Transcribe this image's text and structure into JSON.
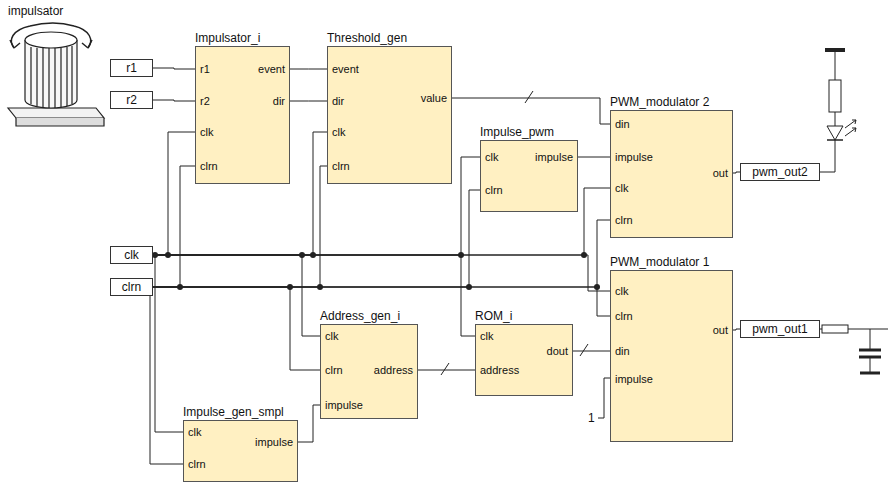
{
  "diagram": {
    "nodes": [
      {
        "text": [
          "r1"
        ]
      },
      {
        "text": [
          "r2"
        ]
      },
      {
        "text": [
          "clk"
        ]
      },
      {
        "text": [
          "clrn"
        ]
      },
      {
        "text": [
          "Impulsator_i",
          "r1",
          "r2",
          "clk",
          "clrn",
          "event",
          "dir"
        ]
      },
      {
        "text": [
          "Threshold_gen",
          "event",
          "dir",
          "clk",
          "clrn",
          "value"
        ]
      },
      {
        "text": [
          "Impulse_pwm",
          "clk",
          "clrn",
          "impulse"
        ]
      },
      {
        "text": [
          "PWM_modulator 2",
          "din",
          "impulse",
          "clk",
          "clrn",
          "out"
        ]
      },
      {
        "text": [
          "pwm_out2"
        ]
      },
      {
        "text": [
          "PWM_modulator 1",
          "clk",
          "clrn",
          "din",
          "impulse",
          "out"
        ]
      },
      {
        "text": [
          "pwm_out1"
        ]
      },
      {
        "text": [
          "Address_gen_i",
          "clk",
          "clrn",
          "impulse",
          "address"
        ]
      },
      {
        "text": [
          "ROM_i",
          "clk",
          "address",
          "dout"
        ]
      },
      {
        "text": [
          "Impulse_gen_smpl",
          "clk",
          "clrn",
          "impulse"
        ]
      }
    ],
    "edges": [
      {
        "from": 0,
        "to": 4,
        "arrow": "none"
      },
      {
        "from": 1,
        "to": 4,
        "arrow": "none"
      },
      {
        "from": 4,
        "to": 5,
        "arrow": "none"
      },
      {
        "from": 4,
        "to": 5,
        "arrow": "none"
      },
      {
        "from": 5,
        "to": 7,
        "arrow": "none"
      },
      {
        "from": 6,
        "to": 7,
        "arrow": "none"
      },
      {
        "from": 7,
        "to": 8,
        "arrow": "none"
      },
      {
        "from": 9,
        "to": 10,
        "arrow": "none"
      },
      {
        "from": 2,
        "to": 4,
        "arrow": "none"
      },
      {
        "from": 2,
        "to": 5,
        "arrow": "none"
      },
      {
        "from": 2,
        "to": 6,
        "arrow": "none"
      },
      {
        "from": 2,
        "to": 7,
        "arrow": "none"
      },
      {
        "from": 2,
        "to": 9,
        "arrow": "none"
      },
      {
        "from": 2,
        "to": 11,
        "arrow": "none"
      },
      {
        "from": 2,
        "to": 12,
        "arrow": "none"
      },
      {
        "from": 2,
        "to": 13,
        "arrow": "none"
      },
      {
        "from": 3,
        "to": 4,
        "arrow": "none"
      },
      {
        "from": 3,
        "to": 5,
        "arrow": "none"
      },
      {
        "from": 3,
        "to": 6,
        "arrow": "none"
      },
      {
        "from": 3,
        "to": 7,
        "arrow": "none"
      },
      {
        "from": 3,
        "to": 9,
        "arrow": "none"
      },
      {
        "from": 3,
        "to": 11,
        "arrow": "none"
      },
      {
        "from": 3,
        "to": 13,
        "arrow": "none"
      },
      {
        "from": 13,
        "to": 11,
        "arrow": "none"
      },
      {
        "from": 11,
        "to": 12,
        "arrow": "none"
      },
      {
        "from": 12,
        "to": 9,
        "arrow": "none"
      }
    ],
    "labels": [
      "impulsator",
      "1"
    ]
  }
}
